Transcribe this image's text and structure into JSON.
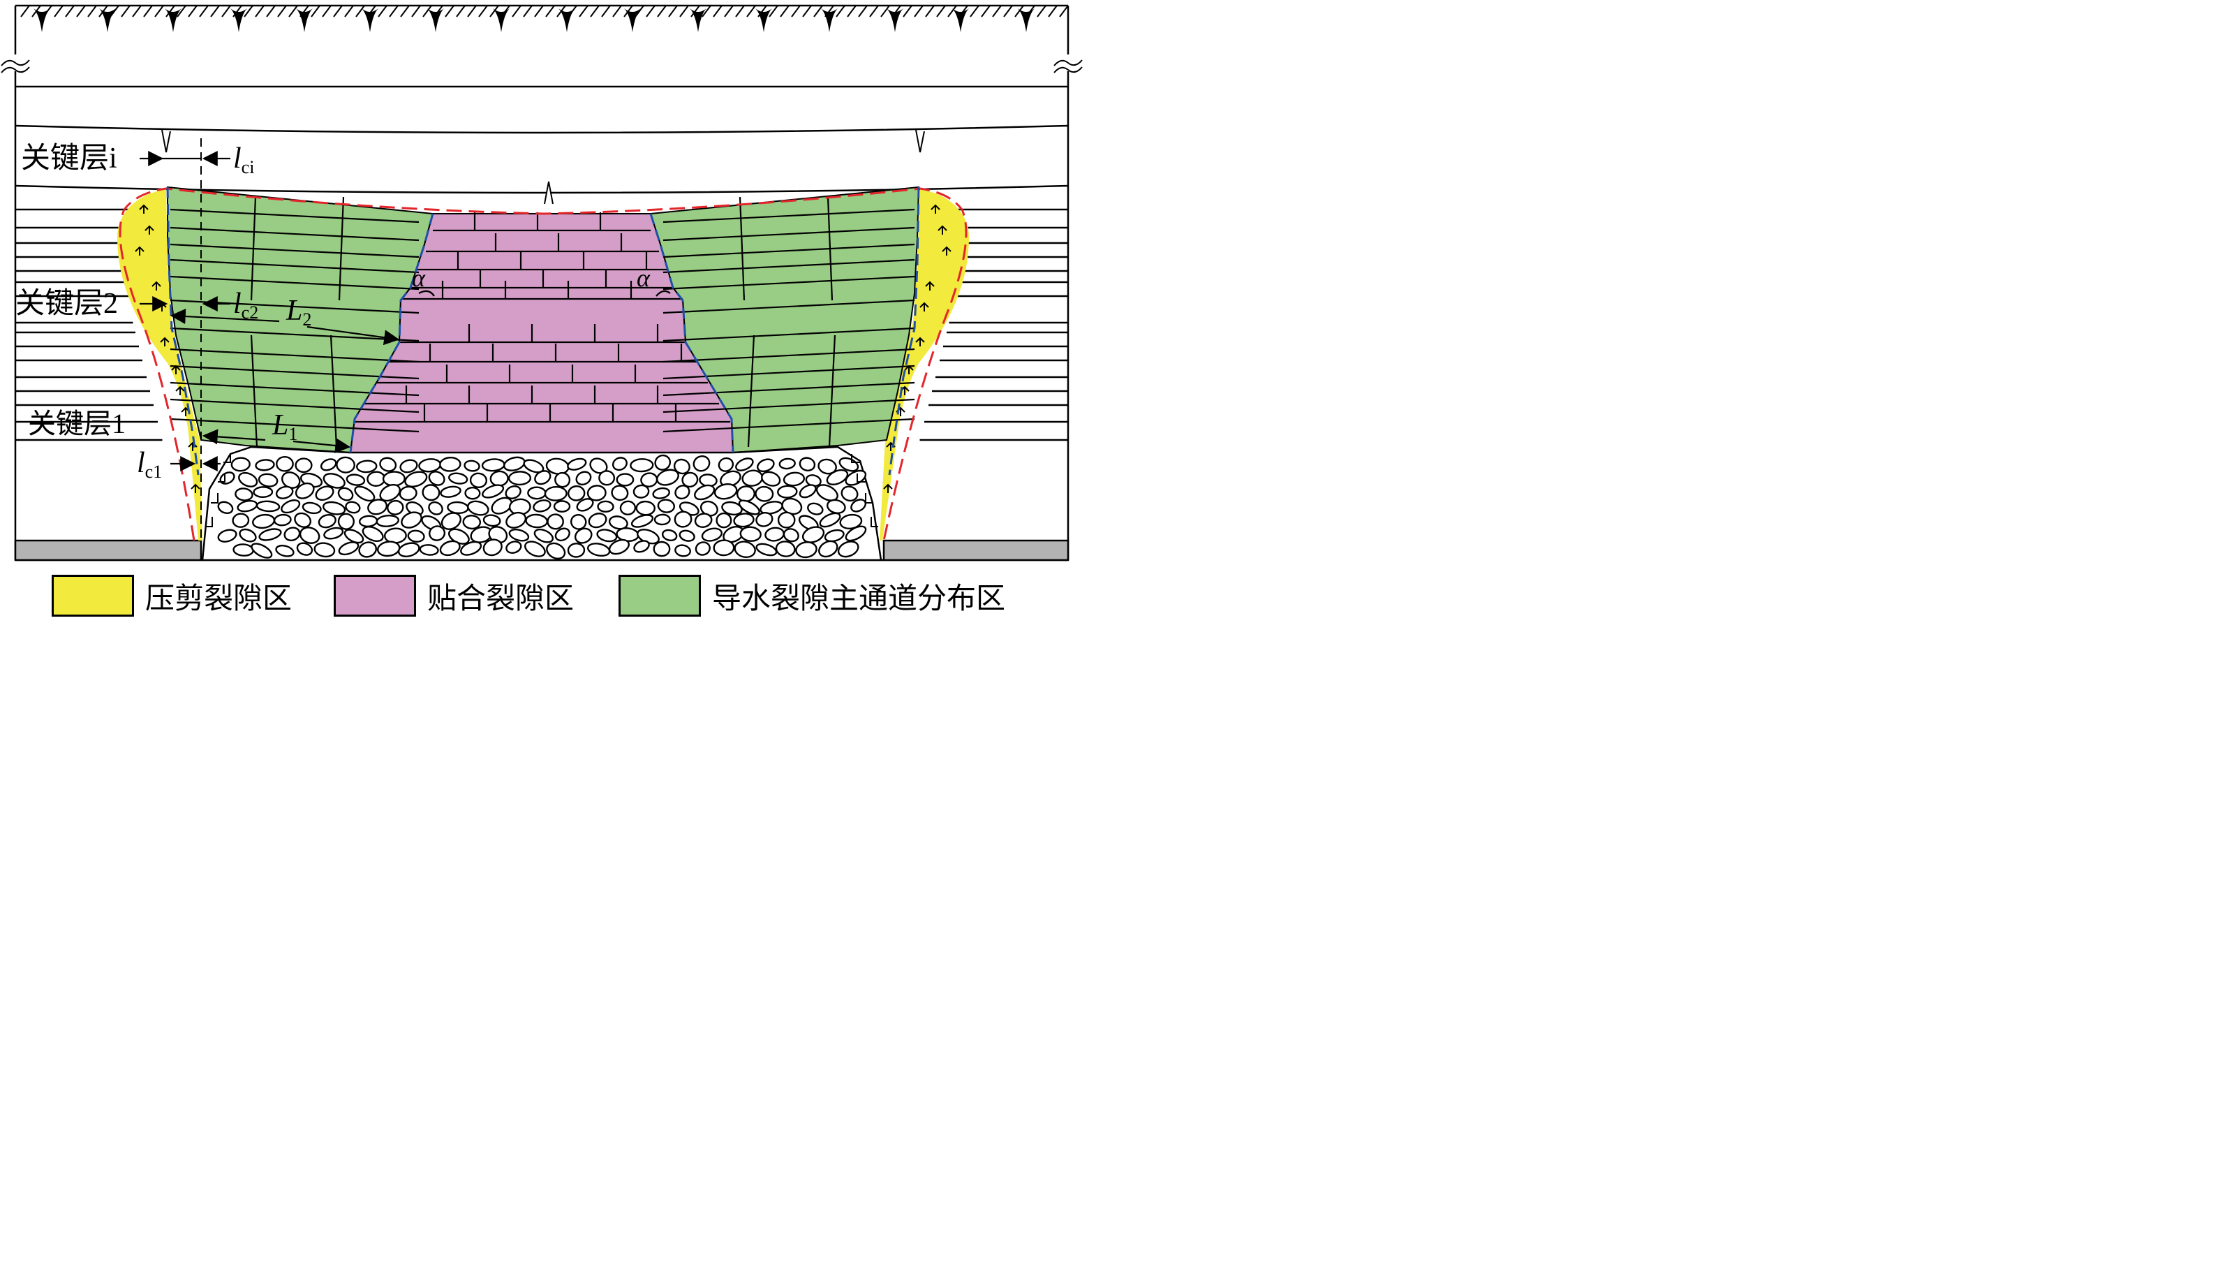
{
  "labels": {
    "key_layer_i": "关键层i",
    "key_layer_2": "关键层2",
    "key_layer_1": "关键层1",
    "lci": "l",
    "lci_sub": "ci",
    "lc2": "l",
    "lc2_sub": "c2",
    "lc1": "l",
    "lc1_sub": "c1",
    "L2": "L",
    "L2_sub": "2",
    "L1": "L",
    "L1_sub": "1",
    "alpha_left": "α",
    "alpha_right": "α"
  },
  "legend": [
    {
      "label": "压剪裂隙区",
      "color": "#f2ea3c"
    },
    {
      "label": "贴合裂隙区",
      "color": "#d49ec8"
    },
    {
      "label": "导水裂隙主通道分布区",
      "color": "#99cc85"
    }
  ],
  "colors": {
    "compression_shear_zone": "#f2ea3c",
    "contact_fracture_zone": "#d49ec8",
    "water_conducting_zone": "#99cc85",
    "boundary_red": "#e3262b",
    "boundary_blue": "#1f4fa6",
    "coal_seam": "#b3b3b3"
  }
}
